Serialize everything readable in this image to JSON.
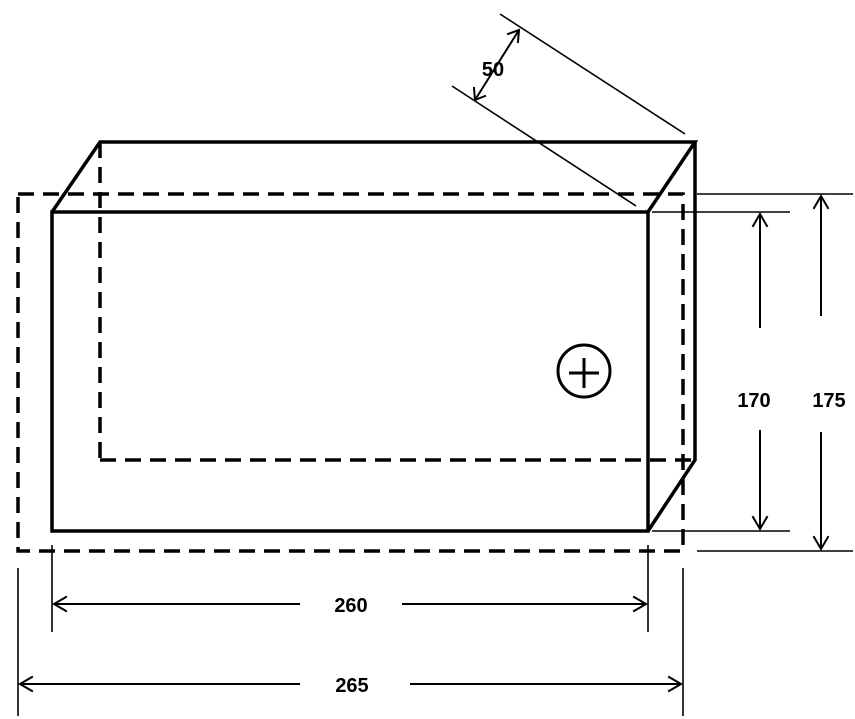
{
  "dimensions": {
    "depth": "50",
    "inner_height": "170",
    "outer_height": "175",
    "inner_width": "260",
    "outer_width": "265"
  },
  "symbols": {
    "screw_mark": "plus-circle-icon"
  }
}
